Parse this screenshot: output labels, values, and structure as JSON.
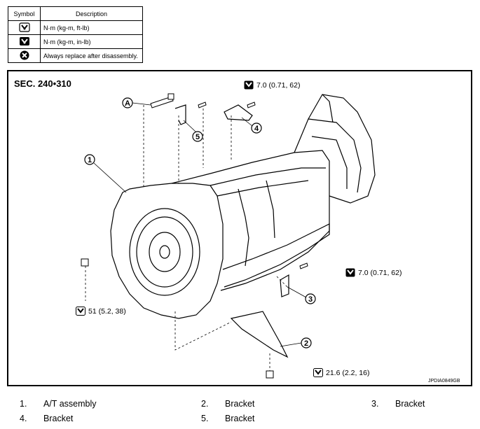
{
  "legend": {
    "header_symbol": "Symbol",
    "header_description": "Description",
    "rows": [
      {
        "icon": "torque-wrench-icon",
        "description": "N·m (kg-m, ft-lb)"
      },
      {
        "icon": "torque-wrench-inlb-icon",
        "description": "N·m (kg-m, in-lb)"
      },
      {
        "icon": "always-replace-icon",
        "description": "Always replace after disassembly."
      }
    ]
  },
  "diagram": {
    "section": "SEC. 240•310",
    "code": "JPDIA0849GB",
    "callouts": [
      "1",
      "2",
      "3",
      "4",
      "5",
      "A"
    ],
    "torques": [
      {
        "value": "7.0 (0.71, 62)",
        "icon": "torque-wrench-inlb-icon"
      },
      {
        "value": "7.0 (0.71, 62)",
        "icon": "torque-wrench-inlb-icon"
      },
      {
        "value": "51 (5.2, 38)",
        "icon": "torque-wrench-icon"
      },
      {
        "value": "21.6 (2.2, 16)",
        "icon": "torque-wrench-icon"
      }
    ]
  },
  "parts": [
    {
      "num": "1.",
      "name": "A/T assembly"
    },
    {
      "num": "2.",
      "name": "Bracket"
    },
    {
      "num": "3.",
      "name": "Bracket"
    },
    {
      "num": "4.",
      "name": "Bracket"
    },
    {
      "num": "5.",
      "name": "Bracket"
    }
  ]
}
